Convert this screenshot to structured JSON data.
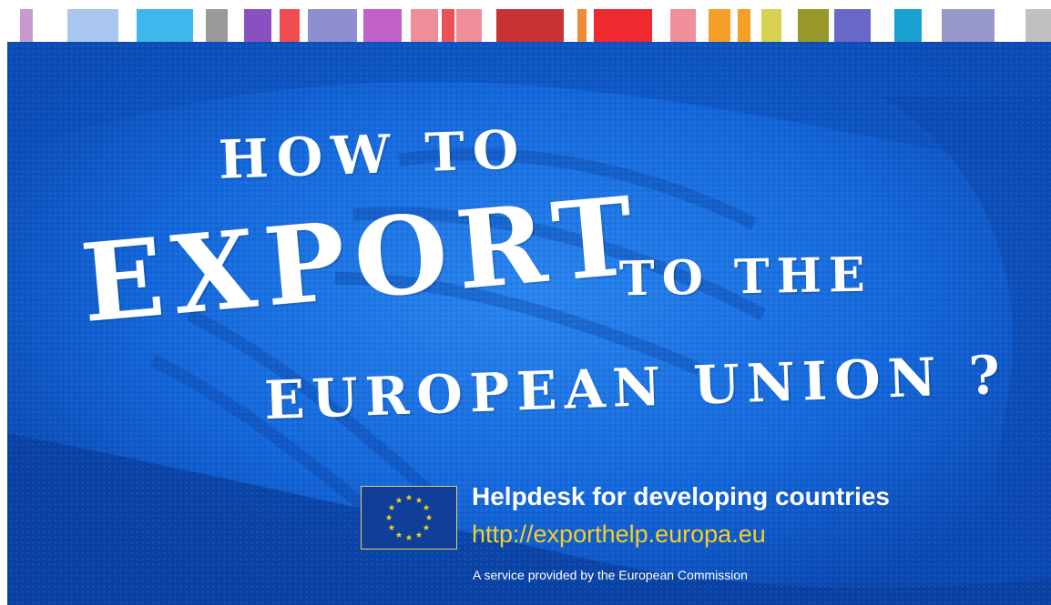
{
  "color_bar": {
    "swatch_colors": [
      "#c99ad0",
      "#a9c6ee",
      "#3db7ec",
      "#9a9a9a",
      "#8a50c0",
      "#ef4d4f",
      "#8d8fd0",
      "#c060c8",
      "#ef8e98",
      "#ee5058",
      "#ef8e98",
      "#c83232",
      "#f08a3a",
      "#ee2a30",
      "#f0909a",
      "#f4a028",
      "#f4a028",
      "#d8d050",
      "#989828",
      "#6868c8",
      "#18a0d0",
      "#9898c8",
      "#c0c0c0"
    ]
  },
  "banner": {
    "colors": {
      "background": "#0e5fd4",
      "text": "#ffffff",
      "url": "#f3cf2a",
      "flag_stars": "#f6d21c"
    },
    "headline": {
      "line1": "HOW TO",
      "line2": "EXPORT",
      "line2b": "TO THE",
      "line3": "EUROPEAN UNION ?"
    },
    "helpdesk": {
      "title": "Helpdesk for developing countries",
      "url": "http://exporthelp.europa.eu",
      "note": "A service provided by the European Commission"
    },
    "flag_icon": "eu-flag-icon"
  }
}
